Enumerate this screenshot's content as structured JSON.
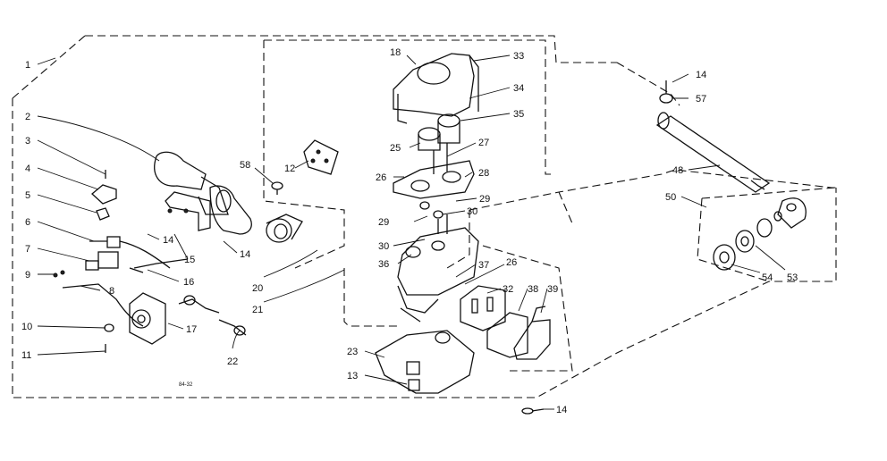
{
  "labels": [
    {
      "id": "1",
      "text": "1"
    },
    {
      "id": "2",
      "text": "2"
    },
    {
      "id": "3",
      "text": "3"
    },
    {
      "id": "4",
      "text": "4"
    },
    {
      "id": "5",
      "text": "5"
    },
    {
      "id": "6",
      "text": "6"
    },
    {
      "id": "7",
      "text": "7"
    },
    {
      "id": "8",
      "text": "8"
    },
    {
      "id": "9",
      "text": "9"
    },
    {
      "id": "10",
      "text": "10"
    },
    {
      "id": "11",
      "text": "11"
    },
    {
      "id": "12",
      "text": "12"
    },
    {
      "id": "13",
      "text": "13"
    },
    {
      "id": "14a",
      "text": "14"
    },
    {
      "id": "14b",
      "text": "14"
    },
    {
      "id": "14c",
      "text": "14"
    },
    {
      "id": "14d",
      "text": "14"
    },
    {
      "id": "15",
      "text": "15"
    },
    {
      "id": "16",
      "text": "16"
    },
    {
      "id": "17",
      "text": "17"
    },
    {
      "id": "18",
      "text": "18"
    },
    {
      "id": "20",
      "text": "20"
    },
    {
      "id": "21",
      "text": "21"
    },
    {
      "id": "22",
      "text": "22"
    },
    {
      "id": "23",
      "text": "23"
    },
    {
      "id": "25",
      "text": "25"
    },
    {
      "id": "26a",
      "text": "26"
    },
    {
      "id": "26b",
      "text": "26"
    },
    {
      "id": "27",
      "text": "27"
    },
    {
      "id": "28",
      "text": "28"
    },
    {
      "id": "29a",
      "text": "29"
    },
    {
      "id": "29b",
      "text": "29"
    },
    {
      "id": "30a",
      "text": "30"
    },
    {
      "id": "30b",
      "text": "30"
    },
    {
      "id": "32",
      "text": "32"
    },
    {
      "id": "33",
      "text": "33"
    },
    {
      "id": "34",
      "text": "34"
    },
    {
      "id": "35",
      "text": "35"
    },
    {
      "id": "36",
      "text": "36"
    },
    {
      "id": "37",
      "text": "37"
    },
    {
      "id": "38",
      "text": "38"
    },
    {
      "id": "39",
      "text": "39"
    },
    {
      "id": "48",
      "text": "48"
    },
    {
      "id": "50",
      "text": "50"
    },
    {
      "id": "53",
      "text": "53"
    },
    {
      "id": "54",
      "text": "54"
    },
    {
      "id": "57",
      "text": "57"
    },
    {
      "id": "58",
      "text": "58"
    }
  ],
  "drawing_code": "84-32"
}
